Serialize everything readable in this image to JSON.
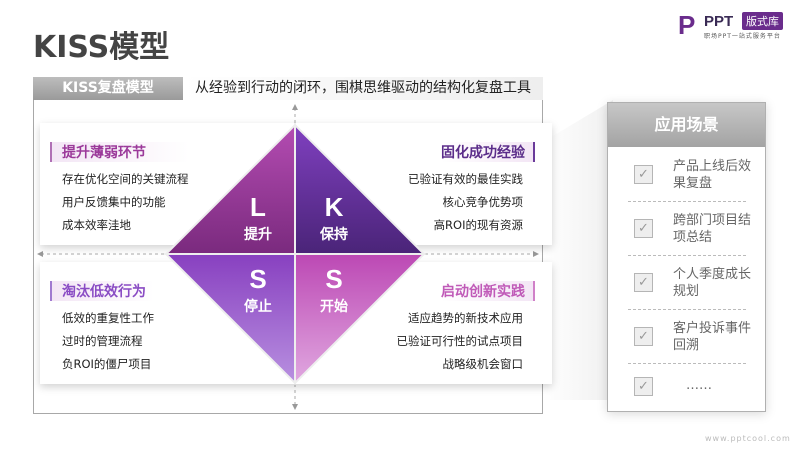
{
  "title": "KISS模型",
  "logo": {
    "mark": "P",
    "name": "PPT",
    "badge": "版式库",
    "tagline": "职场PPT一站式服务平台"
  },
  "tab_label": "KISS复盘模型",
  "subtitle": "从经验到行动的闭环，围棋思维驱动的结构化复盘工具",
  "quadrants": [
    {
      "letter": "L",
      "word": "提升",
      "title": "提升薄弱环节",
      "items": [
        "存在优化空间的关键流程",
        "用户反馈集中的功能",
        "成本效率洼地"
      ],
      "color": "#9b3a9a"
    },
    {
      "letter": "K",
      "word": "保持",
      "title": "固化成功经验",
      "items": [
        "已验证有效的最佳实践",
        "核心竞争优势项",
        "高ROI的现有资源"
      ],
      "color": "#5b2d8a"
    },
    {
      "letter": "S",
      "word": "停止",
      "title": "淘汰低效行为",
      "items": [
        "低效的重复性工作",
        "过时的管理流程",
        "负ROI的僵尸项目"
      ],
      "color": "#8a4cc4"
    },
    {
      "letter": "S",
      "word": "开始",
      "title": "启动创新实践",
      "items": [
        "适应趋势的新技术应用",
        "已验证可行性的试点项目",
        "战略级机会窗口"
      ],
      "color": "#c05ab8"
    }
  ],
  "scenarios": {
    "title": "应用场景",
    "items": [
      "产品上线后效果复盘",
      "跨部门项目结项总结",
      "个人季度成长规划",
      "客户投诉事件回溯",
      "……"
    ]
  },
  "watermark": "www.pptcool.com"
}
